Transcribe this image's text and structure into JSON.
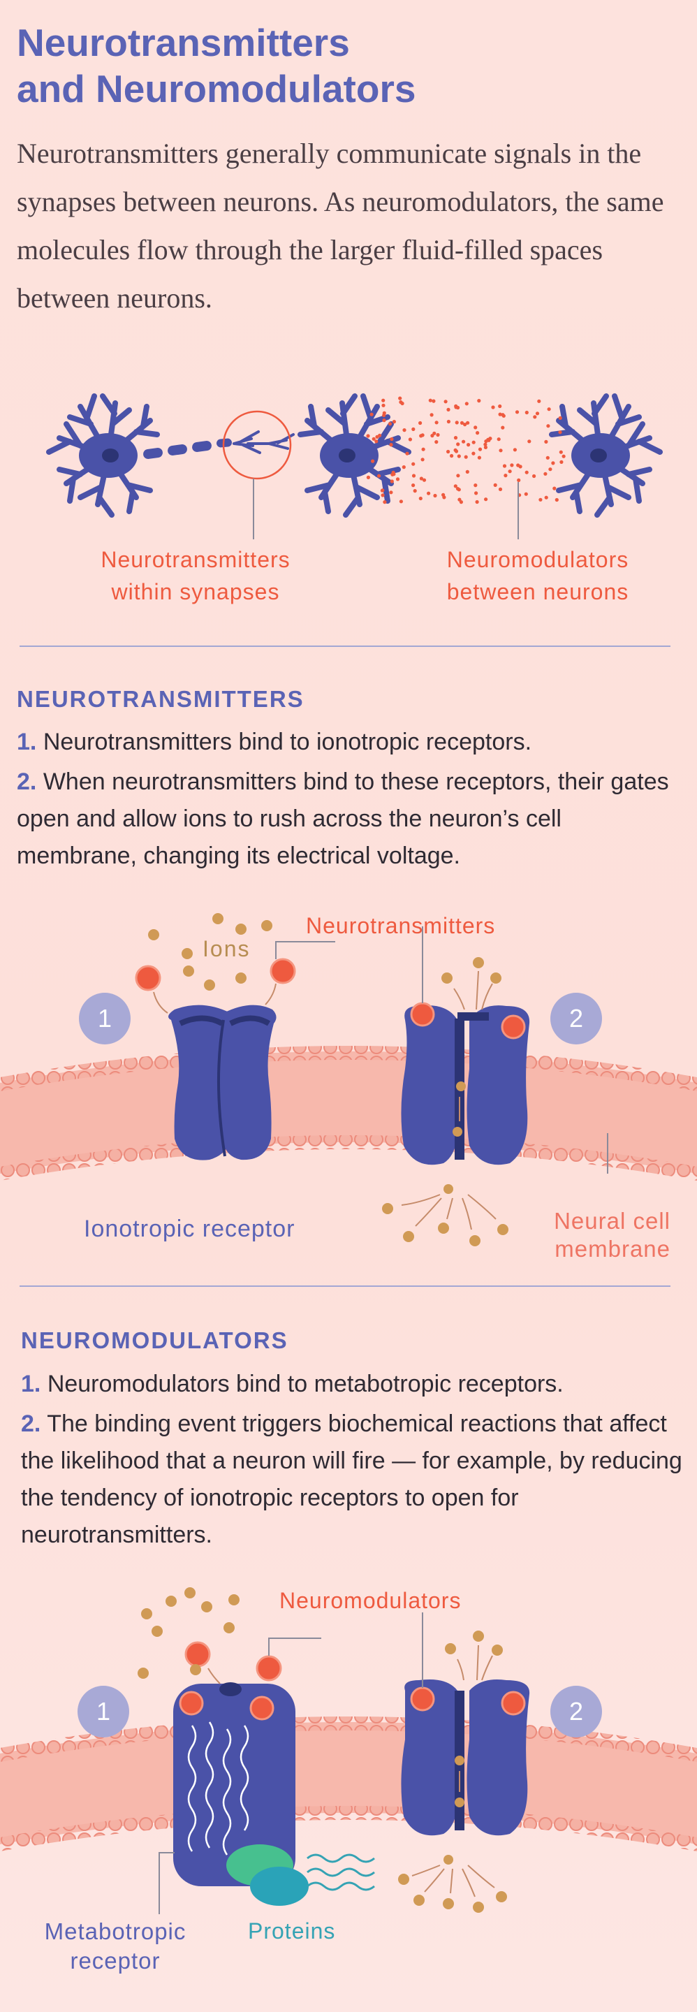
{
  "title": {
    "line1": "Neurotransmitters",
    "line2": "and Neuromodulators"
  },
  "intro": "Neurotransmitters generally communicate signals in the synapses between neurons. As neuromodulators, the same molecules flow through the larger fluid-filled spaces between neurons.",
  "overview": {
    "left_caption": {
      "line1": "Neurotransmitters",
      "line2": "within synapses"
    },
    "right_caption": {
      "line1": "Neuromodulators",
      "line2": "between neurons"
    }
  },
  "neurotransmitters": {
    "heading": "NEUROTRANSMITTERS",
    "items": [
      {
        "num": "1.",
        "text": "Neurotransmitters bind to ionotropic receptors."
      },
      {
        "num": "2.",
        "text": "When neurotransmitters bind to these receptors, their gates open and allow ions to rush across the neuron’s cell membrane, changing its electrical voltage."
      }
    ],
    "labels": {
      "ions": "Ions",
      "neurotransmitters": "Neurotransmitters",
      "receptor": "Ionotropic receptor",
      "membrane": {
        "line1": "Neural cell",
        "line2": "membrane"
      },
      "step1": "1",
      "step2": "2"
    }
  },
  "neuromodulators": {
    "heading": "NEUROMODULATORS",
    "items": [
      {
        "num": "1.",
        "text": "Neuromodulators bind to metabotropic receptors."
      },
      {
        "num": "2.",
        "text": "The binding event triggers biochemical reactions that affect the likelihood that a neuron will fire — for example, by reducing the tendency of ionotropic receptors to open for neurotransmitters."
      }
    ],
    "labels": {
      "neuromodulators": "Neuromodulators",
      "receptor": {
        "line1": "Metabotropic",
        "line2": "receptor"
      },
      "proteins": "Proteins",
      "step1": "1",
      "step2": "2"
    }
  },
  "colors": {
    "navy": "#4a52a8",
    "navy_dark": "#2c3474",
    "orange": "#ee5a3f",
    "gold": "#d09a55",
    "membrane": "#f4a396",
    "lavender": "#a8a9d6",
    "teal": "#35a3b4"
  }
}
